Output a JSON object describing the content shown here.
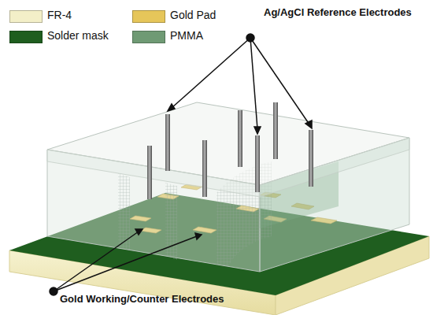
{
  "diagram": {
    "labels": [
      "Ag/AgCl Reference Electrodes",
      "Gold Working/Counter Electrodes"
    ],
    "legend": [
      {
        "text": "FR-4",
        "color": "#f3efc8"
      },
      {
        "text": "Gold Pad",
        "color": "#e6c65a"
      },
      {
        "text": "Solder mask",
        "color": "#1f5e1f"
      },
      {
        "text": "PMMA",
        "color": "#6f9a74"
      }
    ]
  }
}
